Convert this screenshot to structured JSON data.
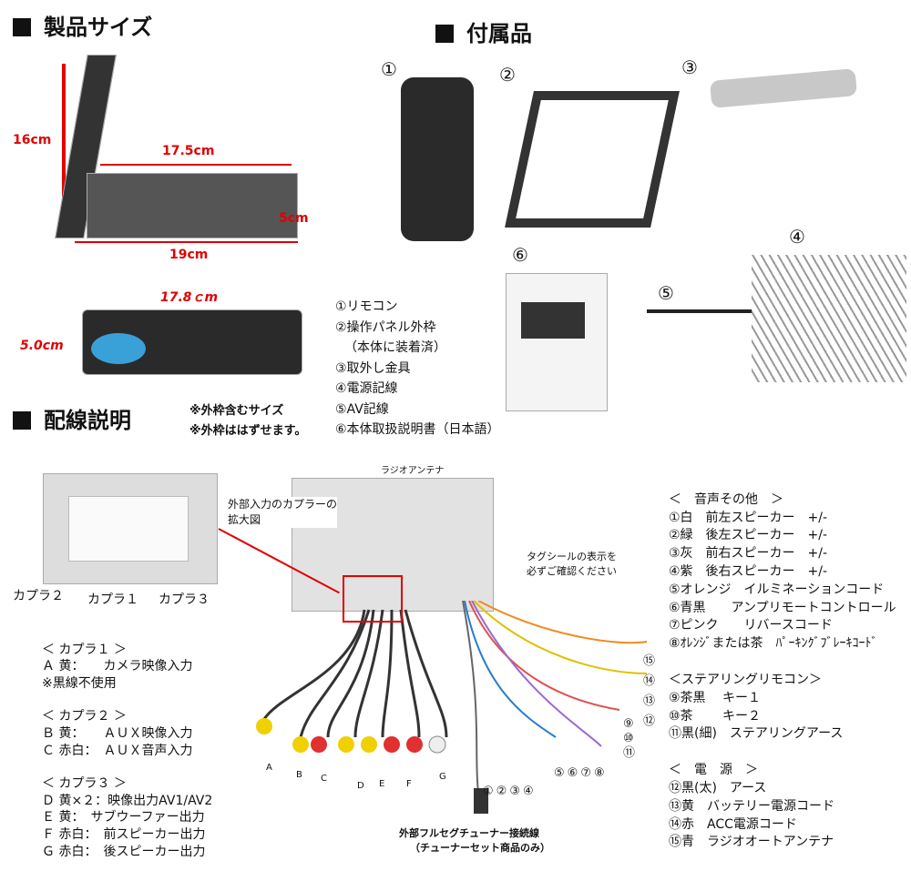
{
  "sections": {
    "size": "製品サイズ",
    "accessories": "付属品",
    "wiring": "配線説明"
  },
  "dimensions": {
    "height": "16cm",
    "depth": "17.5cm",
    "length": "19cm",
    "front_h": "5cm",
    "face_w": "17.8ｃm",
    "face_h": "5.0cm"
  },
  "size_notes": [
    "※外枠含むサイズ",
    "※外枠ははずせます。"
  ],
  "accessory_markers": [
    "①",
    "②",
    "③",
    "④",
    "⑤",
    "⑥"
  ],
  "accessory_list": [
    "①リモコン",
    "②操作パネル外枠",
    "（本体に装着済）",
    "③取外し金具",
    "④電源記線",
    "⑤AV記線",
    "⑥本体取扱説明書（日本語）"
  ],
  "couplers": {
    "labels": [
      "カプラ２",
      "カプラ１",
      "カプラ３"
    ],
    "zoom_caption": "外部入力のカプラーの\n拡大図",
    "antenna": "ラジオアンテナ",
    "tag_note": "タグシールの表示を\n必ずご確認ください",
    "tuner": "外部フルセグチューナー接続線",
    "tuner_note": "（チューナーセット商品のみ）",
    "plug_letters": [
      "A",
      "B",
      "C",
      "D",
      "E",
      "F",
      "G"
    ]
  },
  "left_legend": [
    "＜ カプラ１ ＞",
    "Ａ 黄：　　カメラ映像入力",
    "※黒線不使用",
    "",
    "＜ カプラ２ ＞",
    "Ｂ 黄：　　ＡＵＸ映像入力",
    "Ｃ 赤白：　ＡＵＸ音声入力",
    "",
    "＜ カプラ３ ＞",
    "Ｄ 黄×２：映像出力AV1/AV2",
    "Ｅ 黄：　サブウーファー出力",
    "Ｆ 赤白：　前スピーカー出力",
    "Ｇ 赤白：　後スピーカー出力"
  ],
  "right_legend": [
    "＜　音声その他　＞",
    "①白　前左スピーカー　+/-",
    "②緑　後左スピーカー　+/-",
    "③灰　前右スピーカー　+/-",
    "④紫　後右スピーカー　+/-",
    "⑤オレンジ　イルミネーションコード",
    "⑥青黒　　アンプリモートコントロール",
    "⑦ピンク　　リバースコード",
    "⑧ｵﾚﾝｼﾞまたは茶　ﾊﾟｰｷﾝｸﾞﾌﾞﾚｰｷｺｰﾄﾞ",
    "",
    "＜ステアリングリモコン＞",
    "⑨茶黒　 キー１",
    "⑩茶　　 キー２",
    "⑪黒(細)　ステアリングアース",
    "",
    "＜　電　源　＞",
    "⑫黒(太)　アース",
    "⑬黄　バッテリー電源コード",
    "⑭赤　ACC電源コード",
    "⑮青　ラジオオートアンテナ"
  ],
  "wire_numbers": [
    "①",
    "②",
    "③",
    "④",
    "⑤",
    "⑥",
    "⑦",
    "⑧",
    "⑨",
    "⑩",
    "⑪",
    "⑫",
    "⑬",
    "⑭",
    "⑮"
  ]
}
